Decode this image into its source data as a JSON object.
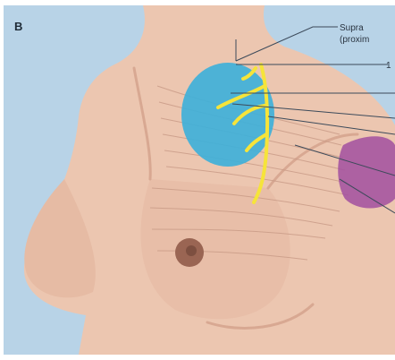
{
  "figure": {
    "panel_letter": "B",
    "labels": {
      "label_1_line1": "Supra",
      "label_1_line2": "(proxim",
      "label_2": "1"
    }
  },
  "colors": {
    "background": "#b8d3e7",
    "skin": "#ecc6b0",
    "skin_shadow": "#d8a892",
    "muscle_line": "#c89a86",
    "blue_region": "#3fb0d9",
    "purple_region": "#a24fa0",
    "yellow_nerve": "#f6e43a",
    "nipple": "#9a6553",
    "leader_line": "#3c4a5a"
  }
}
